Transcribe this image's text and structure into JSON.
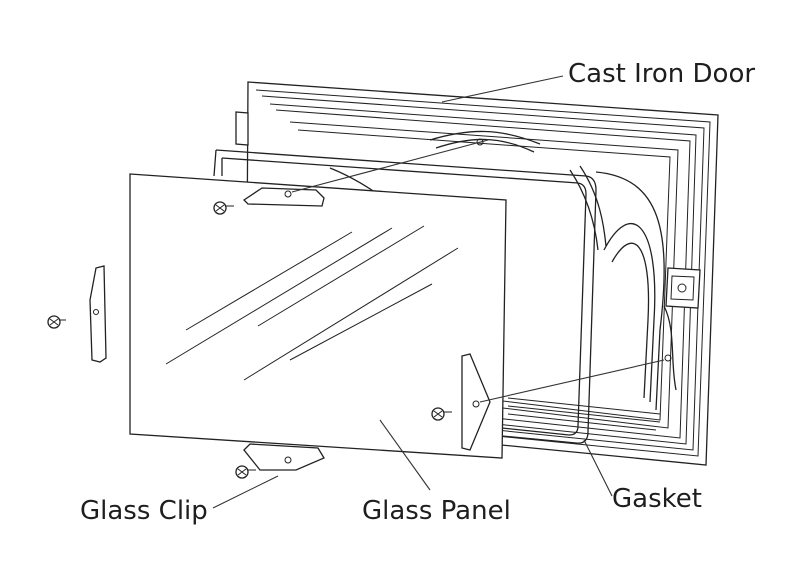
{
  "labels": {
    "cast_iron_door": "Cast Iron Door",
    "glass_clip": "Glass Clip",
    "glass_panel": "Glass Panel",
    "gasket": "Gasket"
  }
}
